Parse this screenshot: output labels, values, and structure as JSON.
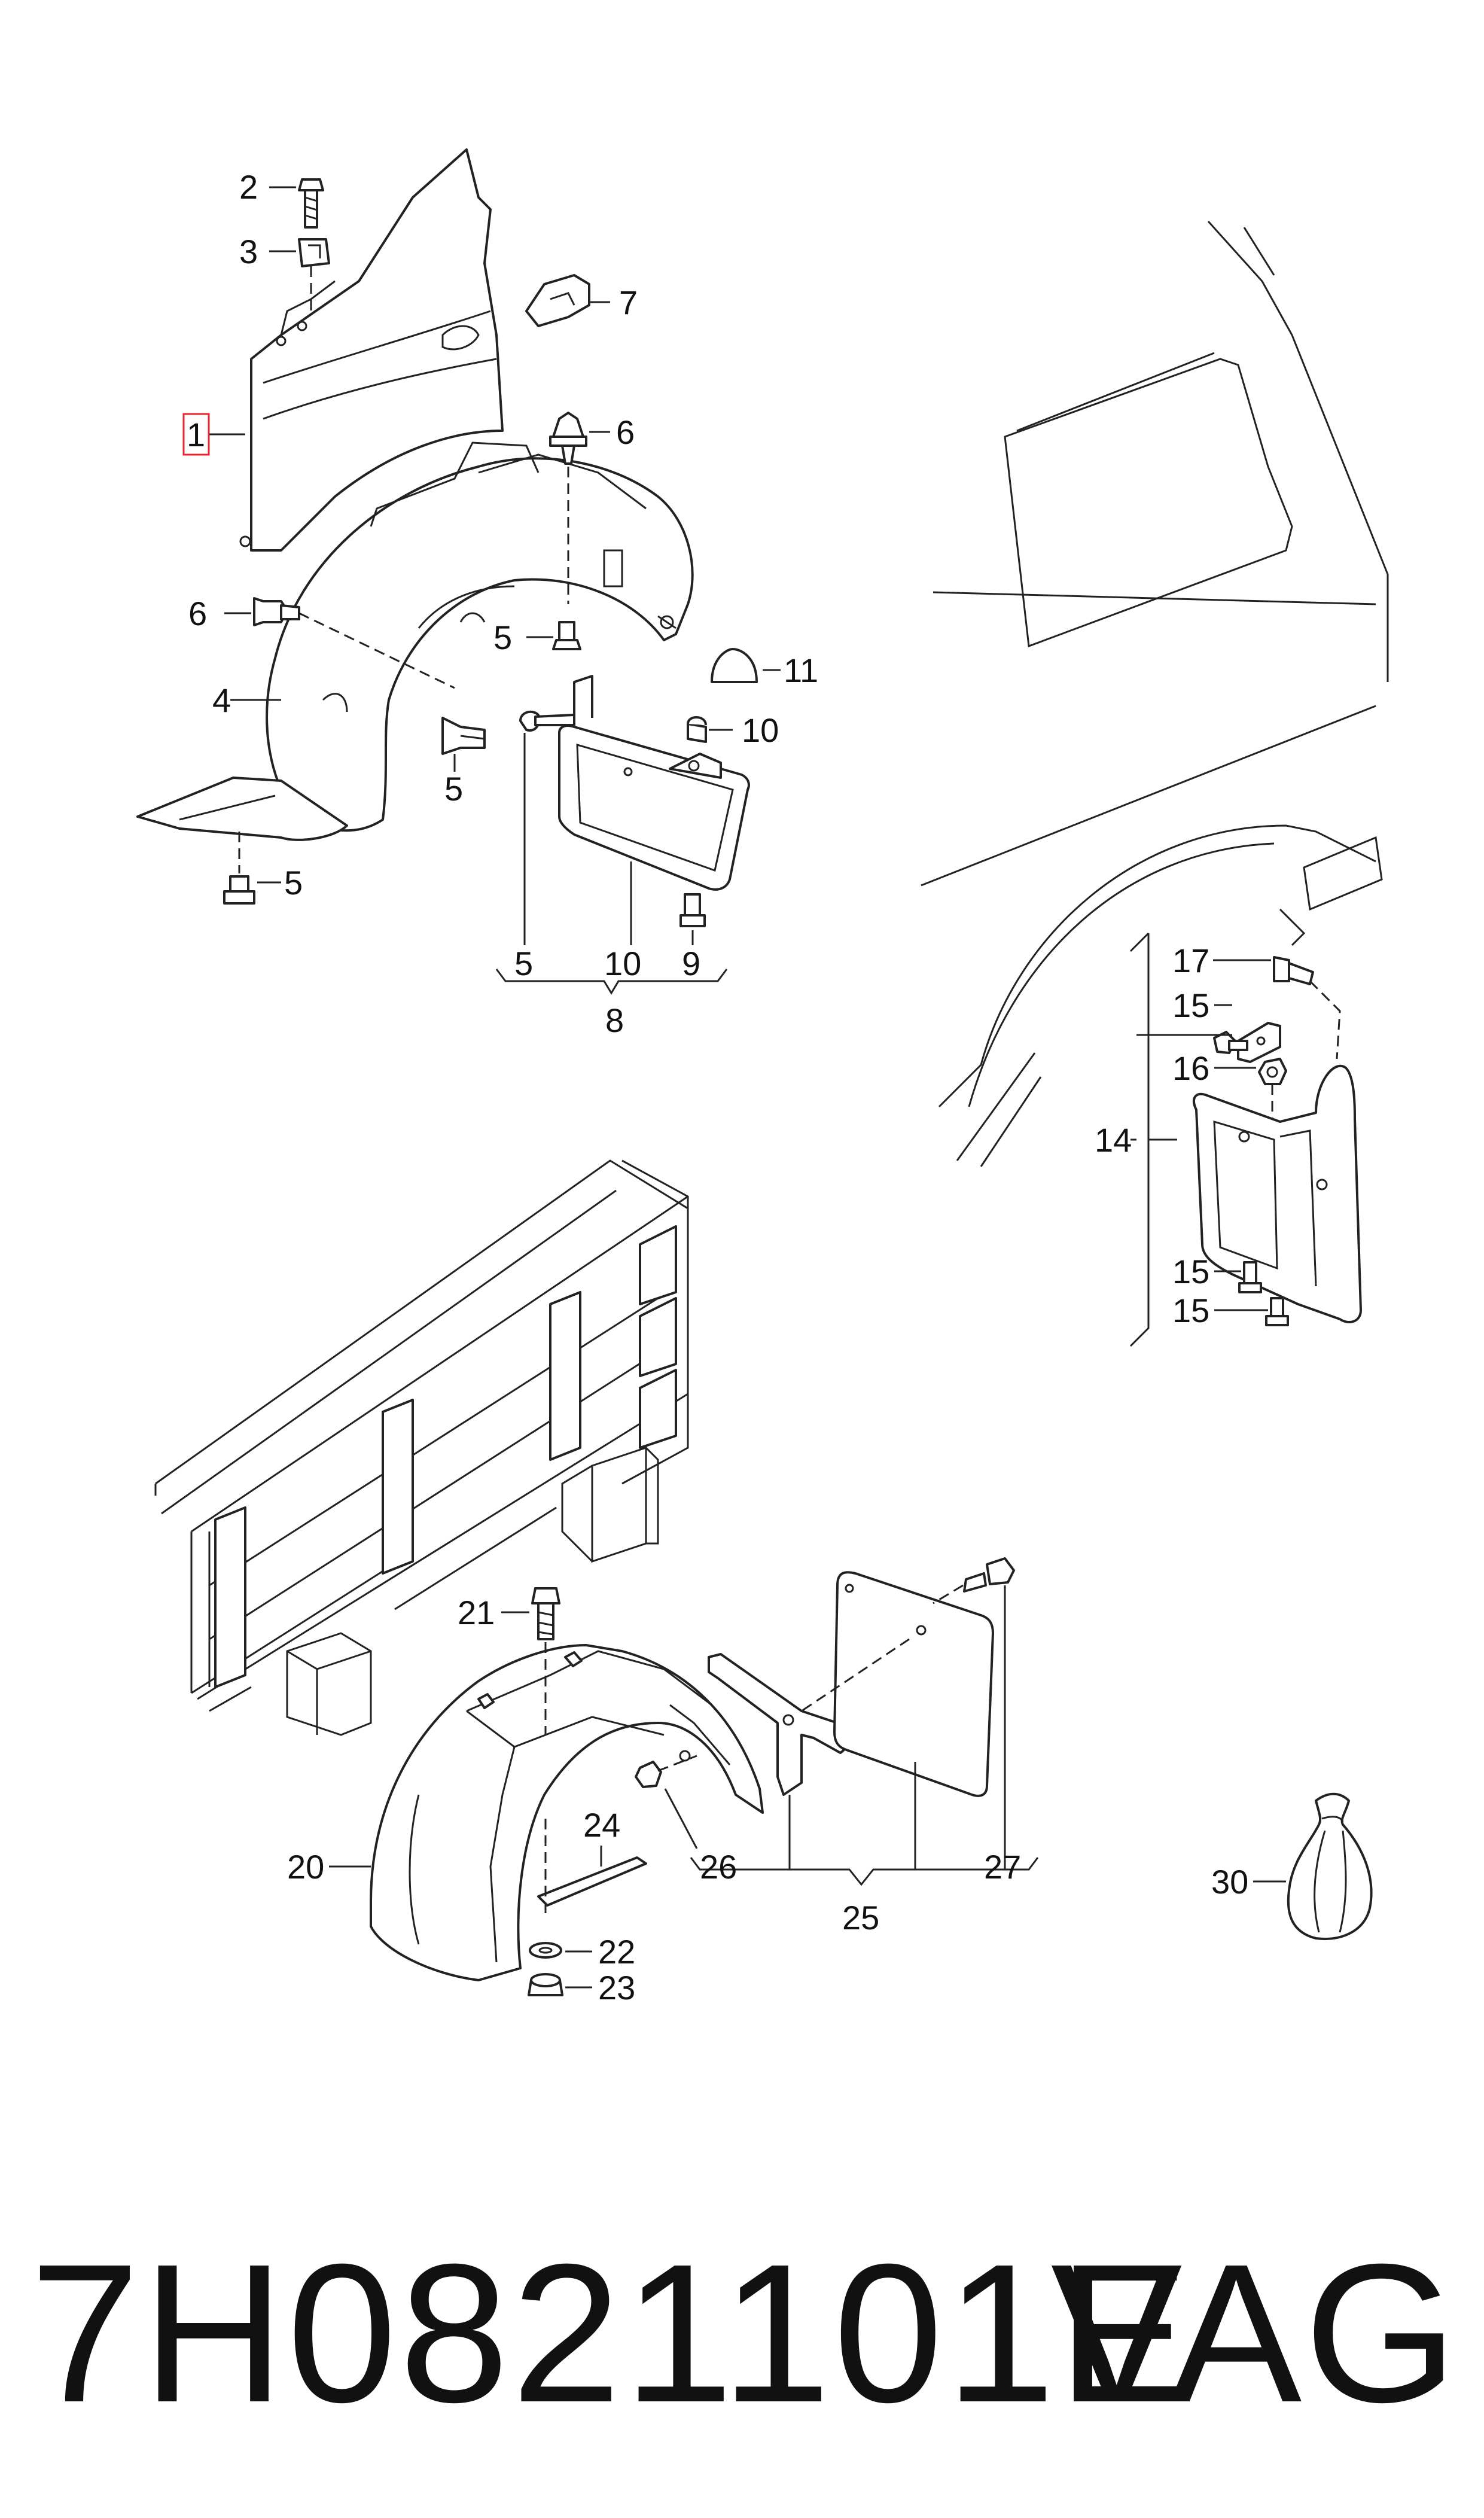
{
  "callouts": {
    "c1": "1",
    "c2": "2",
    "c3": "3",
    "c4": "4",
    "c5a": "5",
    "c5b": "5",
    "c5c": "5",
    "c5d": "5",
    "c6a": "6",
    "c6b": "6",
    "c7": "7",
    "c8": "8",
    "c9": "9",
    "c10a": "10",
    "c10b": "10",
    "c11": "11",
    "c14": "14",
    "c15a": "15",
    "c15b": "15",
    "c15c": "15",
    "c16": "16",
    "c17": "17",
    "c20": "20",
    "c21": "21",
    "c22": "22",
    "c23": "23",
    "c24": "24",
    "c25": "25",
    "c26": "26",
    "c27": "27",
    "c30": "30"
  },
  "footer": {
    "part_number": "7H0821101E",
    "brand": "VAG"
  },
  "colors": {
    "line": "#222222",
    "highlight": "#e8262e",
    "background": "#ffffff"
  }
}
